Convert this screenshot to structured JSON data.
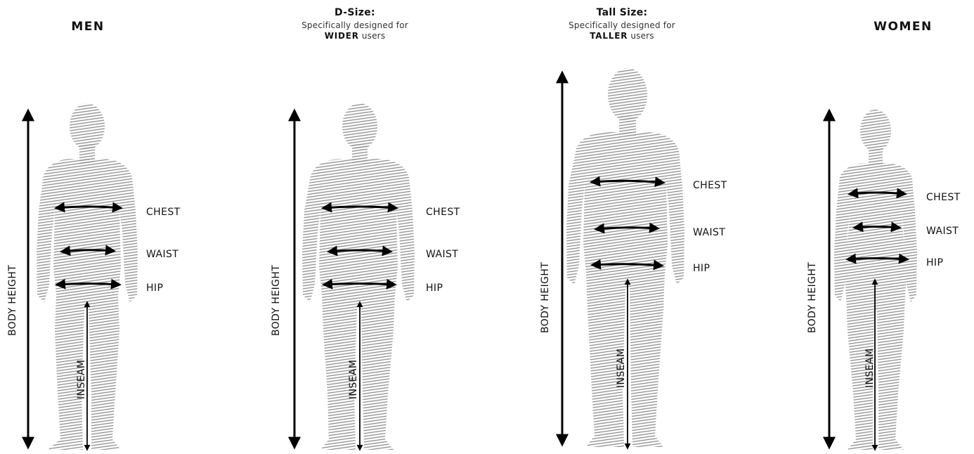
{
  "panels": [
    {
      "title": "MEN",
      "subtitle": "",
      "emphasis": "",
      "suffix": ""
    },
    {
      "title": "D-Size:",
      "subtitle": "Specifically designed for",
      "emphasis": "WIDER",
      "suffix": "users"
    },
    {
      "title": "Tall Size:",
      "subtitle": "Specifically designed for",
      "emphasis": "TALLER",
      "suffix": "users"
    },
    {
      "title": "WOMEN",
      "subtitle": "",
      "emphasis": "",
      "suffix": ""
    }
  ],
  "labels": {
    "chest": "CHEST",
    "waist": "WAIST",
    "hip": "HIP",
    "inseam": "INSEAM",
    "body_height": "BODY HEIGHT"
  },
  "colors": {
    "figure_hatch": "#9a9a9a",
    "arrow": "#000000",
    "text": "#111111"
  }
}
